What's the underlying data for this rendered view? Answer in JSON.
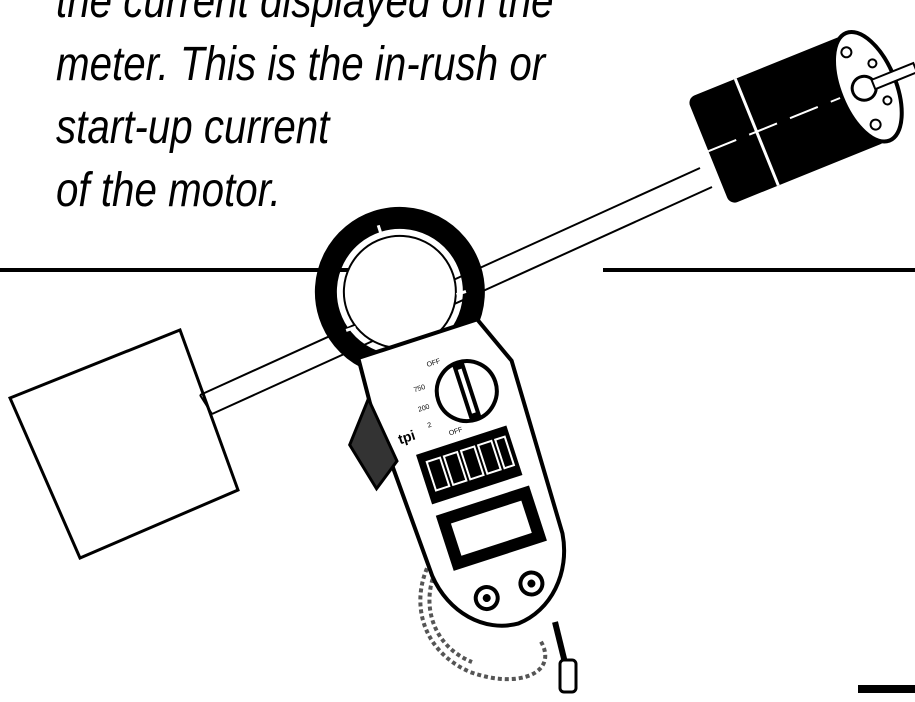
{
  "caption": {
    "lines": [
      "the current displayed on the",
      "meter. This is the in-rush or",
      "start-up current",
      "of the motor."
    ]
  },
  "meter": {
    "brand_label": "tpi",
    "function_labels": [
      "OFF",
      "750",
      "200",
      "2",
      "OFF"
    ]
  },
  "icons": [
    "motor-icon",
    "clamp-meter-icon",
    "power-box-icon"
  ]
}
